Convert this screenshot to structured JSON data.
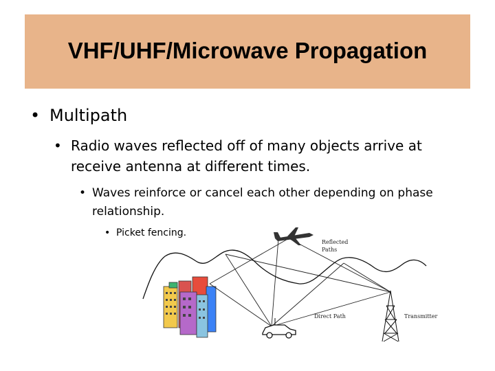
{
  "slide": {
    "title": "VHF/UHF/Microwave Propagation",
    "title_bg": "#e8b48a",
    "bullets": [
      {
        "level": 1,
        "text": "Multipath"
      },
      {
        "level": 2,
        "text": "Radio waves reflected off of many objects arrive at receive antenna at different times."
      },
      {
        "level": 3,
        "text": "Waves reinforce or cancel each other depending on phase relationship."
      },
      {
        "level": 4,
        "text": "Picket fencing."
      }
    ]
  },
  "diagram": {
    "labels": {
      "reflected": [
        "Reflected",
        "Paths"
      ],
      "direct": "Direct Path",
      "transmitter": "Transmitter"
    },
    "icons": [
      "airplane-icon",
      "buildings-icon",
      "car-icon",
      "tower-icon",
      "mountains-icon"
    ]
  }
}
